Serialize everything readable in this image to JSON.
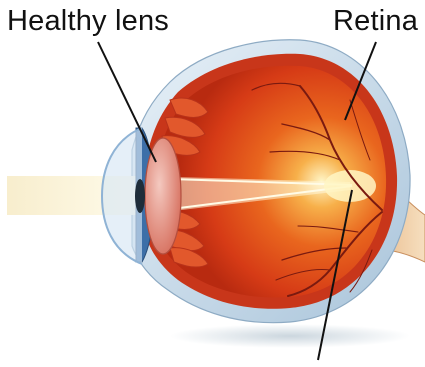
{
  "labels": {
    "lens": "Healthy lens",
    "retina": "Retina"
  },
  "colors": {
    "background": "#ffffff",
    "label_text": "#111111",
    "sclera": "#cfe0ee",
    "choroid": "#d6401c",
    "retina_interior": "#e8581f",
    "focus_glow": "#fff0b0",
    "light_beam": "#fbf2d6",
    "blood_vessels": "#7a1a10",
    "optic_nerve": "#f1d2a4",
    "cornea": "#bcd6ee",
    "pointer_lines": "#111111"
  },
  "icons": {
    "anatomy": "eye-cross-section"
  }
}
